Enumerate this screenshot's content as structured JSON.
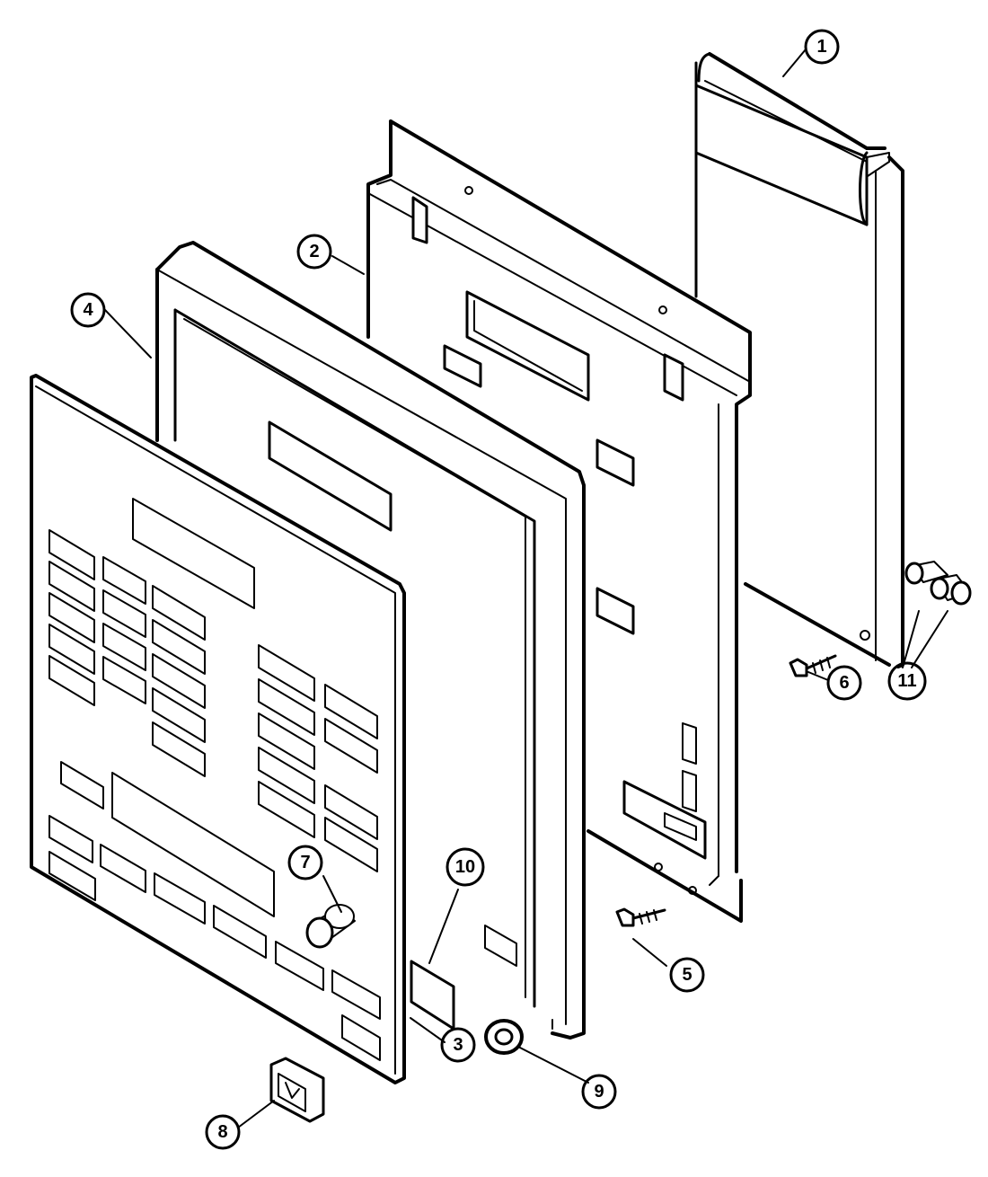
{
  "diagram": {
    "parts": [
      {
        "id": "part-1",
        "callout": "1"
      },
      {
        "id": "part-2",
        "callout": "2"
      },
      {
        "id": "part-3",
        "callout": "3"
      },
      {
        "id": "part-4",
        "callout": "4"
      },
      {
        "id": "part-5",
        "callout": "5"
      },
      {
        "id": "part-6",
        "callout": "6"
      },
      {
        "id": "part-7",
        "callout": "7"
      },
      {
        "id": "part-8",
        "callout": "8"
      },
      {
        "id": "part-9",
        "callout": "9"
      },
      {
        "id": "part-10",
        "callout": "10"
      },
      {
        "id": "part-11",
        "callout": "11"
      }
    ]
  }
}
